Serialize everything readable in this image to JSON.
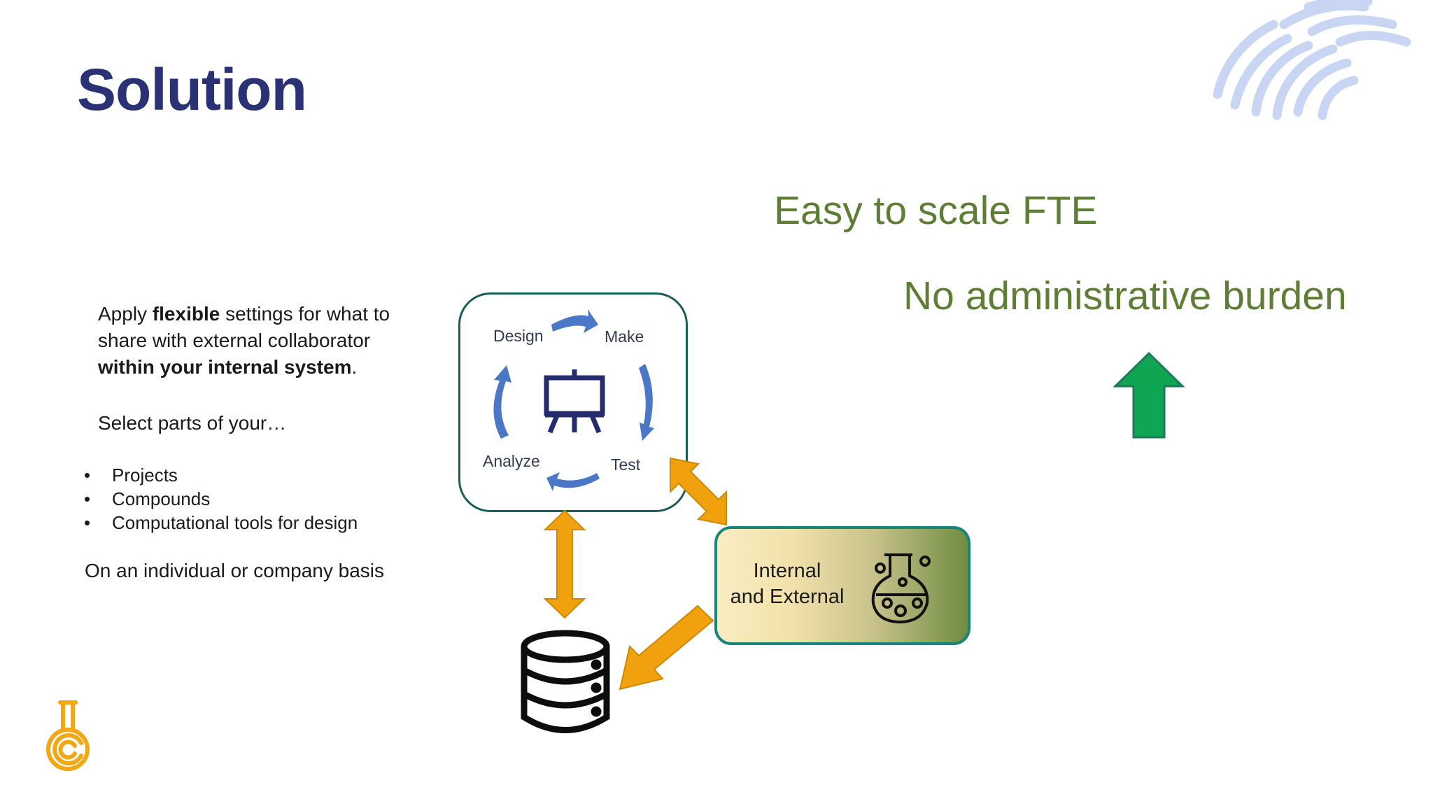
{
  "slide": {
    "title": "Solution"
  },
  "left_text": {
    "p1_before": "Apply ",
    "p1_bold": "flexible",
    "p1_after": " settings for what to share with external collaborator ",
    "p1_bold2": "within your internal system",
    "p1_end": ".",
    "p2": "Select parts of your…",
    "bullet_char": "•",
    "bullets": [
      "Projects",
      "Compounds",
      "Computational tools for design"
    ],
    "p3": "On an individual or company basis"
  },
  "diagram": {
    "cycle_labels": {
      "design": "Design",
      "make": "Make",
      "analyze": "Analyze",
      "test": "Test"
    },
    "collaborator_box_label_line1": "Internal",
    "collaborator_box_label_line2": "and External"
  },
  "benefits": {
    "line1": "Easy to scale FTE",
    "line2": "No administrative burden"
  },
  "colors": {
    "title": "#2a3275",
    "benefit_text": "#5e7d35",
    "cycle_arrows": "#4a78c6",
    "double_arrows": "#f2a10e",
    "up_arrow": "#0fa552",
    "logo": "#f3a712",
    "corner_mark": "#c9d6f3"
  },
  "icons": [
    "easel-icon",
    "database-icon",
    "flask-icon",
    "up-arrow-icon",
    "logo-icon",
    "corner-pattern"
  ]
}
